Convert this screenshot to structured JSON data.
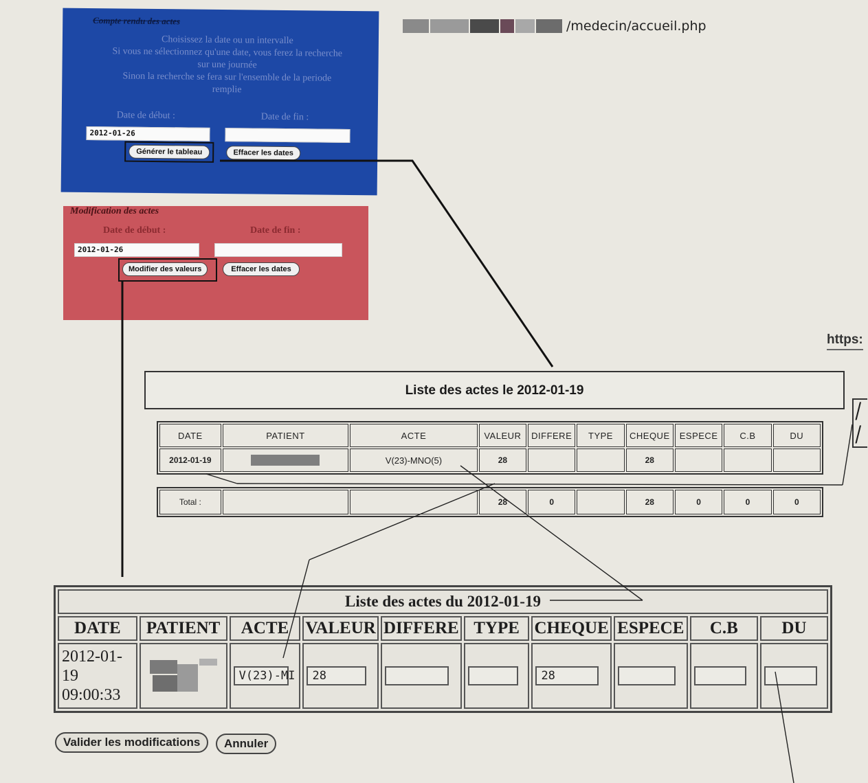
{
  "browser": {
    "url_suffix": "/medecin/accueil.php",
    "right_url_fragment": "https:"
  },
  "compte_rendu_panel": {
    "legend": "Compte rendu des actes",
    "help_lines": [
      "Choisissez la date ou un intervalle",
      "Si vous ne sélectionnez qu'une date, vous ferez la recherche",
      "sur une journée",
      "Sinon la recherche se fera sur l'ensemble de la periode",
      "remplie"
    ],
    "start_label": "Date de début :",
    "end_label": "Date de fin :",
    "start_value": "2012-01-26",
    "end_value": "",
    "generate_button": "Générer le tableau",
    "clear_button": "Effacer les dates",
    "color": "#1d48a6"
  },
  "modification_panel": {
    "legend": "Modification des actes",
    "start_label": "Date de début :",
    "end_label": "Date de fin :",
    "start_value": "2012-01-26",
    "end_value": "",
    "modify_button": "Modifier des valeurs",
    "clear_button": "Effacer les dates",
    "color": "#c9555c"
  },
  "report_table": {
    "title": "Liste des actes le 2012-01-19",
    "columns": [
      "DATE",
      "PATIENT",
      "ACTE",
      "VALEUR",
      "DIFFERE",
      "TYPE",
      "CHEQUE",
      "ESPECE",
      "C.B",
      "DU"
    ],
    "rows": [
      {
        "date": "2012-01-19",
        "patient": "",
        "acte": "V(23)-MNO(5)",
        "valeur": "28",
        "differe": "",
        "type": "",
        "cheque": "28",
        "espece": "",
        "cb": "",
        "du": ""
      }
    ],
    "total": {
      "label": "Total :",
      "valeur": "28",
      "differe": "0",
      "type": "",
      "cheque": "28",
      "espece": "0",
      "cb": "0",
      "du": "0"
    }
  },
  "edit_table": {
    "title": "Liste des actes du 2012-01-19",
    "columns": [
      "DATE",
      "PATIENT",
      "ACTE",
      "VALEUR",
      "DIFFERE",
      "TYPE",
      "CHEQUE",
      "ESPECE",
      "C.B",
      "DU"
    ],
    "rows": [
      {
        "date_line1": "2012-01-19",
        "date_line2": "09:00:33",
        "acte": "V(23)-MI",
        "valeur": "28",
        "differe": "",
        "type": "",
        "cheque": "28",
        "espece": "",
        "cb": "",
        "du": ""
      }
    ]
  },
  "actions": {
    "validate_button": "Valider les modifications",
    "cancel_button": "Annuler"
  }
}
